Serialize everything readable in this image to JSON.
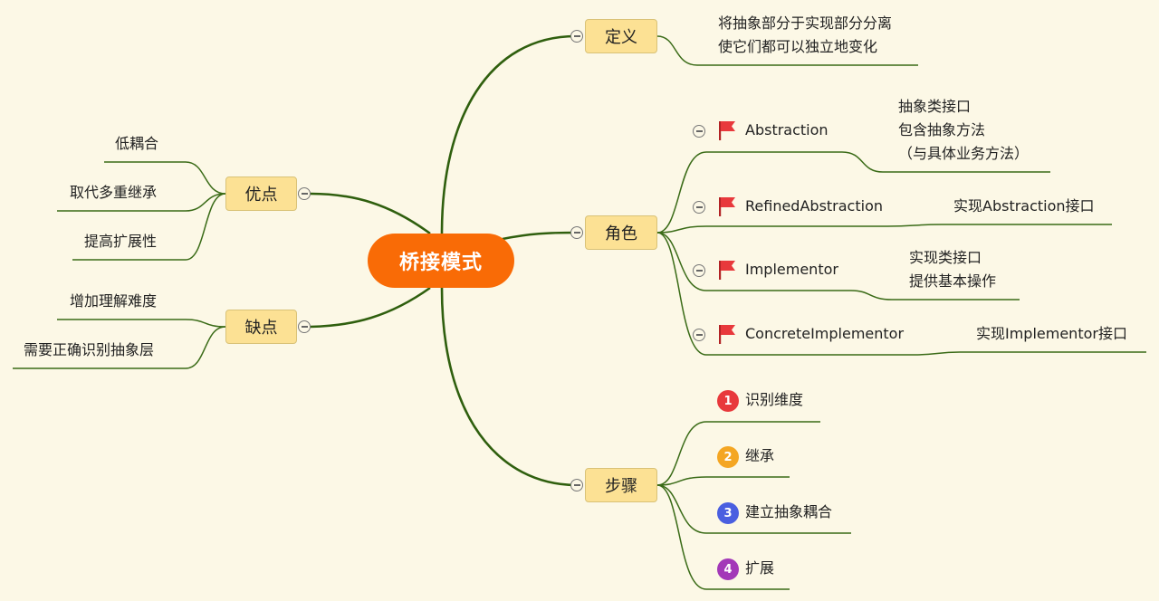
{
  "root": {
    "label": "桥接模式"
  },
  "branches": {
    "definition": {
      "label": "定义",
      "lines": [
        "将抽象部分于实现部分分离",
        "使它们都可以独立地变化"
      ]
    },
    "roles": {
      "label": "角色",
      "items": [
        {
          "name": "Abstraction",
          "detail": [
            "抽象类接口",
            "包含抽象方法",
            "（与具体业务方法）"
          ]
        },
        {
          "name": "RefinedAbstraction",
          "detail": [
            "实现Abstraction接口"
          ]
        },
        {
          "name": "Implementor",
          "detail": [
            "实现类接口",
            "提供基本操作"
          ]
        },
        {
          "name": "ConcreteImplementor",
          "detail": [
            "实现Implementor接口"
          ]
        }
      ]
    },
    "steps": {
      "label": "步骤",
      "items": [
        {
          "num": "1",
          "label": "识别维度",
          "color": "#E8393C"
        },
        {
          "num": "2",
          "label": "继承",
          "color": "#F4A623"
        },
        {
          "num": "3",
          "label": "建立抽象耦合",
          "color": "#4A5FE0"
        },
        {
          "num": "4",
          "label": "扩展",
          "color": "#A338B8"
        }
      ]
    },
    "advantages": {
      "label": "优点",
      "items": [
        "低耦合",
        "取代多重继承",
        "提高扩展性"
      ]
    },
    "disadvantages": {
      "label": "缺点",
      "items": [
        "增加理解难度",
        "需要正确识别抽象层"
      ]
    }
  },
  "colors": {
    "root": "#F96B06",
    "branch_fill": "#FCE194",
    "line": "#2F5F0E",
    "flag": "#E8393C",
    "background": "#FCF8E6"
  },
  "icons": {
    "role_marker": "red-flag-icon",
    "collapse": "collapse-minus-icon"
  }
}
